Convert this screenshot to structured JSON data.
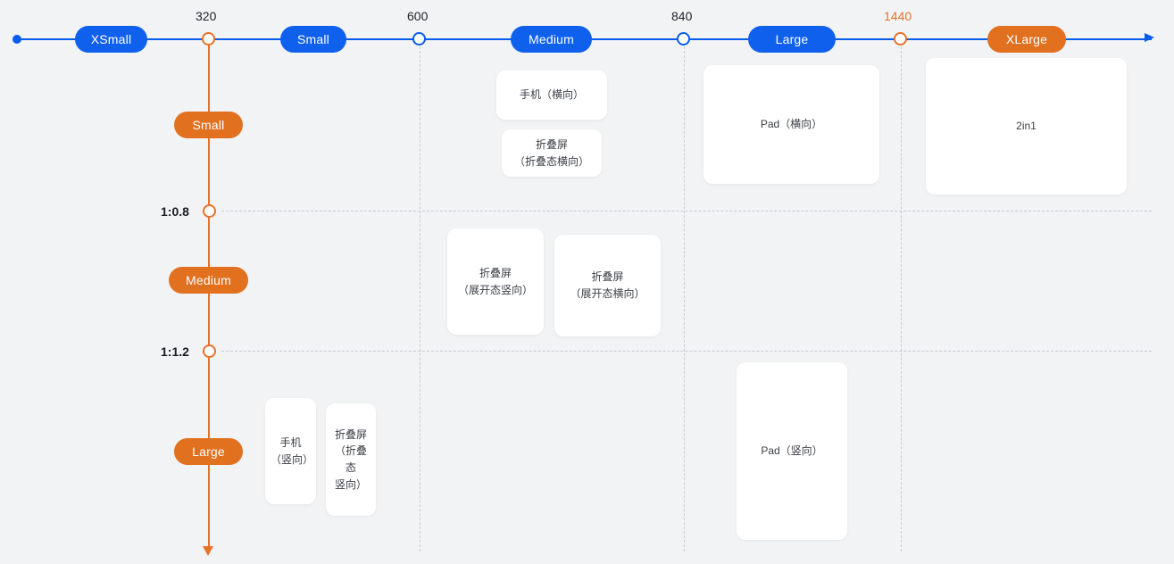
{
  "diagram": {
    "title": "Responsive breakpoint device matrix",
    "background_color": "#f1f3f5",
    "accent_blue": "#1060ee",
    "accent_orange": "#e1701f"
  },
  "horizontal_axis": {
    "name": "width-breakpoints",
    "pills": [
      {
        "label": "XSmall",
        "color": "blue"
      },
      {
        "label": "Small",
        "color": "blue"
      },
      {
        "label": "Medium",
        "color": "blue"
      },
      {
        "label": "Large",
        "color": "blue"
      },
      {
        "label": "XLarge",
        "color": "orange"
      }
    ],
    "ticks": [
      {
        "label": "320",
        "color": "orange"
      },
      {
        "label": "600",
        "color": "blue"
      },
      {
        "label": "840",
        "color": "blue"
      },
      {
        "label": "1440",
        "color": "orange"
      }
    ]
  },
  "vertical_axis": {
    "name": "aspect-ratio-breakpoints",
    "pills": [
      {
        "label": "Small",
        "color": "orange"
      },
      {
        "label": "Medium",
        "color": "orange"
      },
      {
        "label": "Large",
        "color": "orange"
      }
    ],
    "ticks": [
      {
        "label": "1:0.8",
        "color": "orange"
      },
      {
        "label": "1:1.2",
        "color": "orange"
      }
    ]
  },
  "cards": [
    {
      "name": "phone-landscape",
      "lines": [
        "手机（横向）"
      ]
    },
    {
      "name": "foldable-folded-landscape",
      "lines": [
        "折叠屏",
        "（折叠态横向）"
      ]
    },
    {
      "name": "pad-landscape",
      "lines": [
        "Pad（横向）"
      ]
    },
    {
      "name": "two-in-one",
      "lines": [
        "2in1"
      ]
    },
    {
      "name": "foldable-unfolded-portrait",
      "lines": [
        "折叠屏",
        "（展开态竖向）"
      ]
    },
    {
      "name": "foldable-unfolded-landscape",
      "lines": [
        "折叠屏",
        "（展开态横向）"
      ]
    },
    {
      "name": "phone-portrait",
      "lines": [
        "手机",
        "（竖向）"
      ]
    },
    {
      "name": "foldable-folded-portrait",
      "lines": [
        "折叠屏",
        "（折叠态",
        "竖向）"
      ]
    },
    {
      "name": "pad-portrait",
      "lines": [
        "Pad（竖向）"
      ]
    }
  ]
}
